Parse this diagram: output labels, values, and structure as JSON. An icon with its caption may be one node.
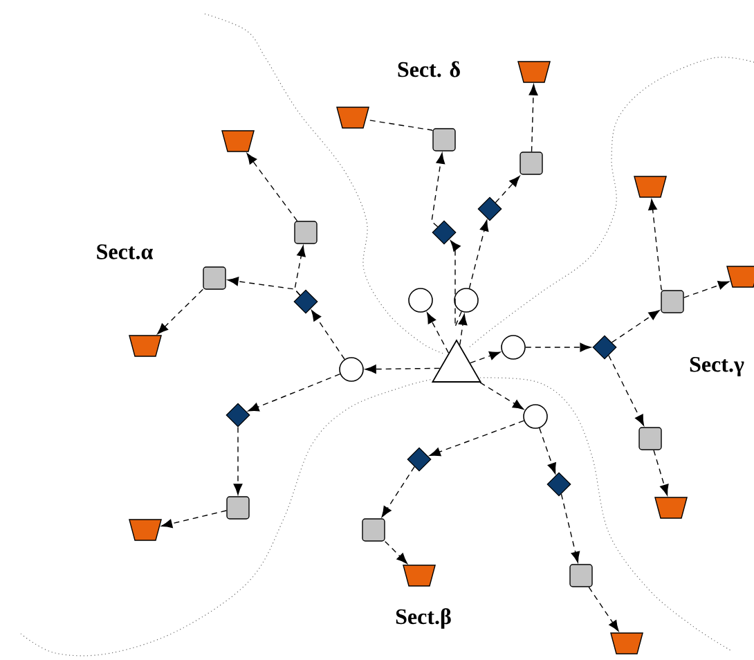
{
  "diagram": {
    "nodes": [
      {
        "text": [],
        "shape": "triangle"
      },
      {
        "text": [],
        "shape": "circle"
      },
      {
        "text": [],
        "shape": "circle"
      },
      {
        "text": [],
        "shape": "circle"
      },
      {
        "text": [],
        "shape": "circle"
      },
      {
        "text": [],
        "shape": "circle"
      },
      {
        "text": [],
        "shape": "diamond"
      },
      {
        "text": [],
        "shape": "diamond"
      },
      {
        "text": [],
        "shape": "diamond"
      },
      {
        "text": [],
        "shape": "diamond"
      },
      {
        "text": [],
        "shape": "diamond"
      },
      {
        "text": [],
        "shape": "diamond"
      },
      {
        "text": [],
        "shape": "diamond"
      },
      {
        "text": [],
        "shape": "box"
      },
      {
        "text": [],
        "shape": "box"
      },
      {
        "text": [],
        "shape": "box"
      },
      {
        "text": [],
        "shape": "box"
      },
      {
        "text": [],
        "shape": "box"
      },
      {
        "text": [],
        "shape": "box"
      },
      {
        "text": [],
        "shape": "box"
      },
      {
        "text": [],
        "shape": "box"
      },
      {
        "text": [],
        "shape": "box"
      },
      {
        "text": [],
        "shape": "trapezoid"
      },
      {
        "text": [],
        "shape": "trapezoid"
      },
      {
        "text": [],
        "shape": "trapezoid"
      },
      {
        "text": [],
        "shape": "trapezoid"
      },
      {
        "text": [],
        "shape": "trapezoid"
      },
      {
        "text": [],
        "shape": "trapezoid"
      },
      {
        "text": [],
        "shape": "trapezoid"
      },
      {
        "text": [],
        "shape": "trapezoid"
      },
      {
        "text": [],
        "shape": "trapezoid"
      },
      {
        "text": [],
        "shape": "trapezoid"
      }
    ],
    "edges": [
      {
        "from": 0,
        "to": 1,
        "arrow": "to",
        "style": "dashed"
      },
      {
        "from": 0,
        "to": 2,
        "arrow": "to",
        "style": "dashed"
      },
      {
        "from": 2,
        "to": 6,
        "arrow": "to",
        "style": "dashed"
      },
      {
        "from": 2,
        "to": 7,
        "arrow": "to",
        "style": "dashed"
      },
      {
        "from": 6,
        "to": 13,
        "arrow": "to",
        "style": "dashed"
      },
      {
        "from": 13,
        "to": 22,
        "arrow": "none",
        "style": "dashed"
      },
      {
        "from": 7,
        "to": 14,
        "arrow": "to",
        "style": "dashed"
      },
      {
        "from": 14,
        "to": 23,
        "arrow": "to",
        "style": "dashed"
      },
      {
        "from": 0,
        "to": 5,
        "arrow": "to",
        "style": "dashed"
      },
      {
        "from": 5,
        "to": 8,
        "arrow": "to",
        "style": "dashed"
      },
      {
        "from": 8,
        "to": 15,
        "arrow": "to",
        "style": "dashed"
      },
      {
        "from": 8,
        "to": 16,
        "arrow": "to",
        "style": "dashed"
      },
      {
        "from": 15,
        "to": 24,
        "arrow": "to",
        "style": "dashed"
      },
      {
        "from": 16,
        "to": 25,
        "arrow": "to",
        "style": "dashed"
      },
      {
        "from": 5,
        "to": 9,
        "arrow": "to",
        "style": "dashed"
      },
      {
        "from": 9,
        "to": 17,
        "arrow": "to",
        "style": "dashed"
      },
      {
        "from": 17,
        "to": 26,
        "arrow": "to",
        "style": "dashed"
      },
      {
        "from": 0,
        "to": 4,
        "arrow": "to",
        "style": "dashed"
      },
      {
        "from": 4,
        "to": 10,
        "arrow": "to",
        "style": "dashed"
      },
      {
        "from": 10,
        "to": 18,
        "arrow": "to",
        "style": "dashed"
      },
      {
        "from": 18,
        "to": 27,
        "arrow": "to",
        "style": "dashed"
      },
      {
        "from": 4,
        "to": 11,
        "arrow": "to",
        "style": "dashed"
      },
      {
        "from": 11,
        "to": 19,
        "arrow": "to",
        "style": "dashed"
      },
      {
        "from": 19,
        "to": 28,
        "arrow": "to",
        "style": "dashed"
      },
      {
        "from": 0,
        "to": 3,
        "arrow": "to",
        "style": "dashed"
      },
      {
        "from": 3,
        "to": 12,
        "arrow": "to",
        "style": "dashed"
      },
      {
        "from": 12,
        "to": 20,
        "arrow": "to",
        "style": "dashed"
      },
      {
        "from": 12,
        "to": 21,
        "arrow": "to",
        "style": "dashed"
      },
      {
        "from": 20,
        "to": 29,
        "arrow": "to",
        "style": "dashed"
      },
      {
        "from": 20,
        "to": 30,
        "arrow": "to",
        "style": "dashed"
      },
      {
        "from": 21,
        "to": 31,
        "arrow": "to",
        "style": "dashed"
      }
    ],
    "labels": [
      "Sect. δ",
      "Sect.α",
      "Sect.γ",
      "Sect.β"
    ]
  }
}
